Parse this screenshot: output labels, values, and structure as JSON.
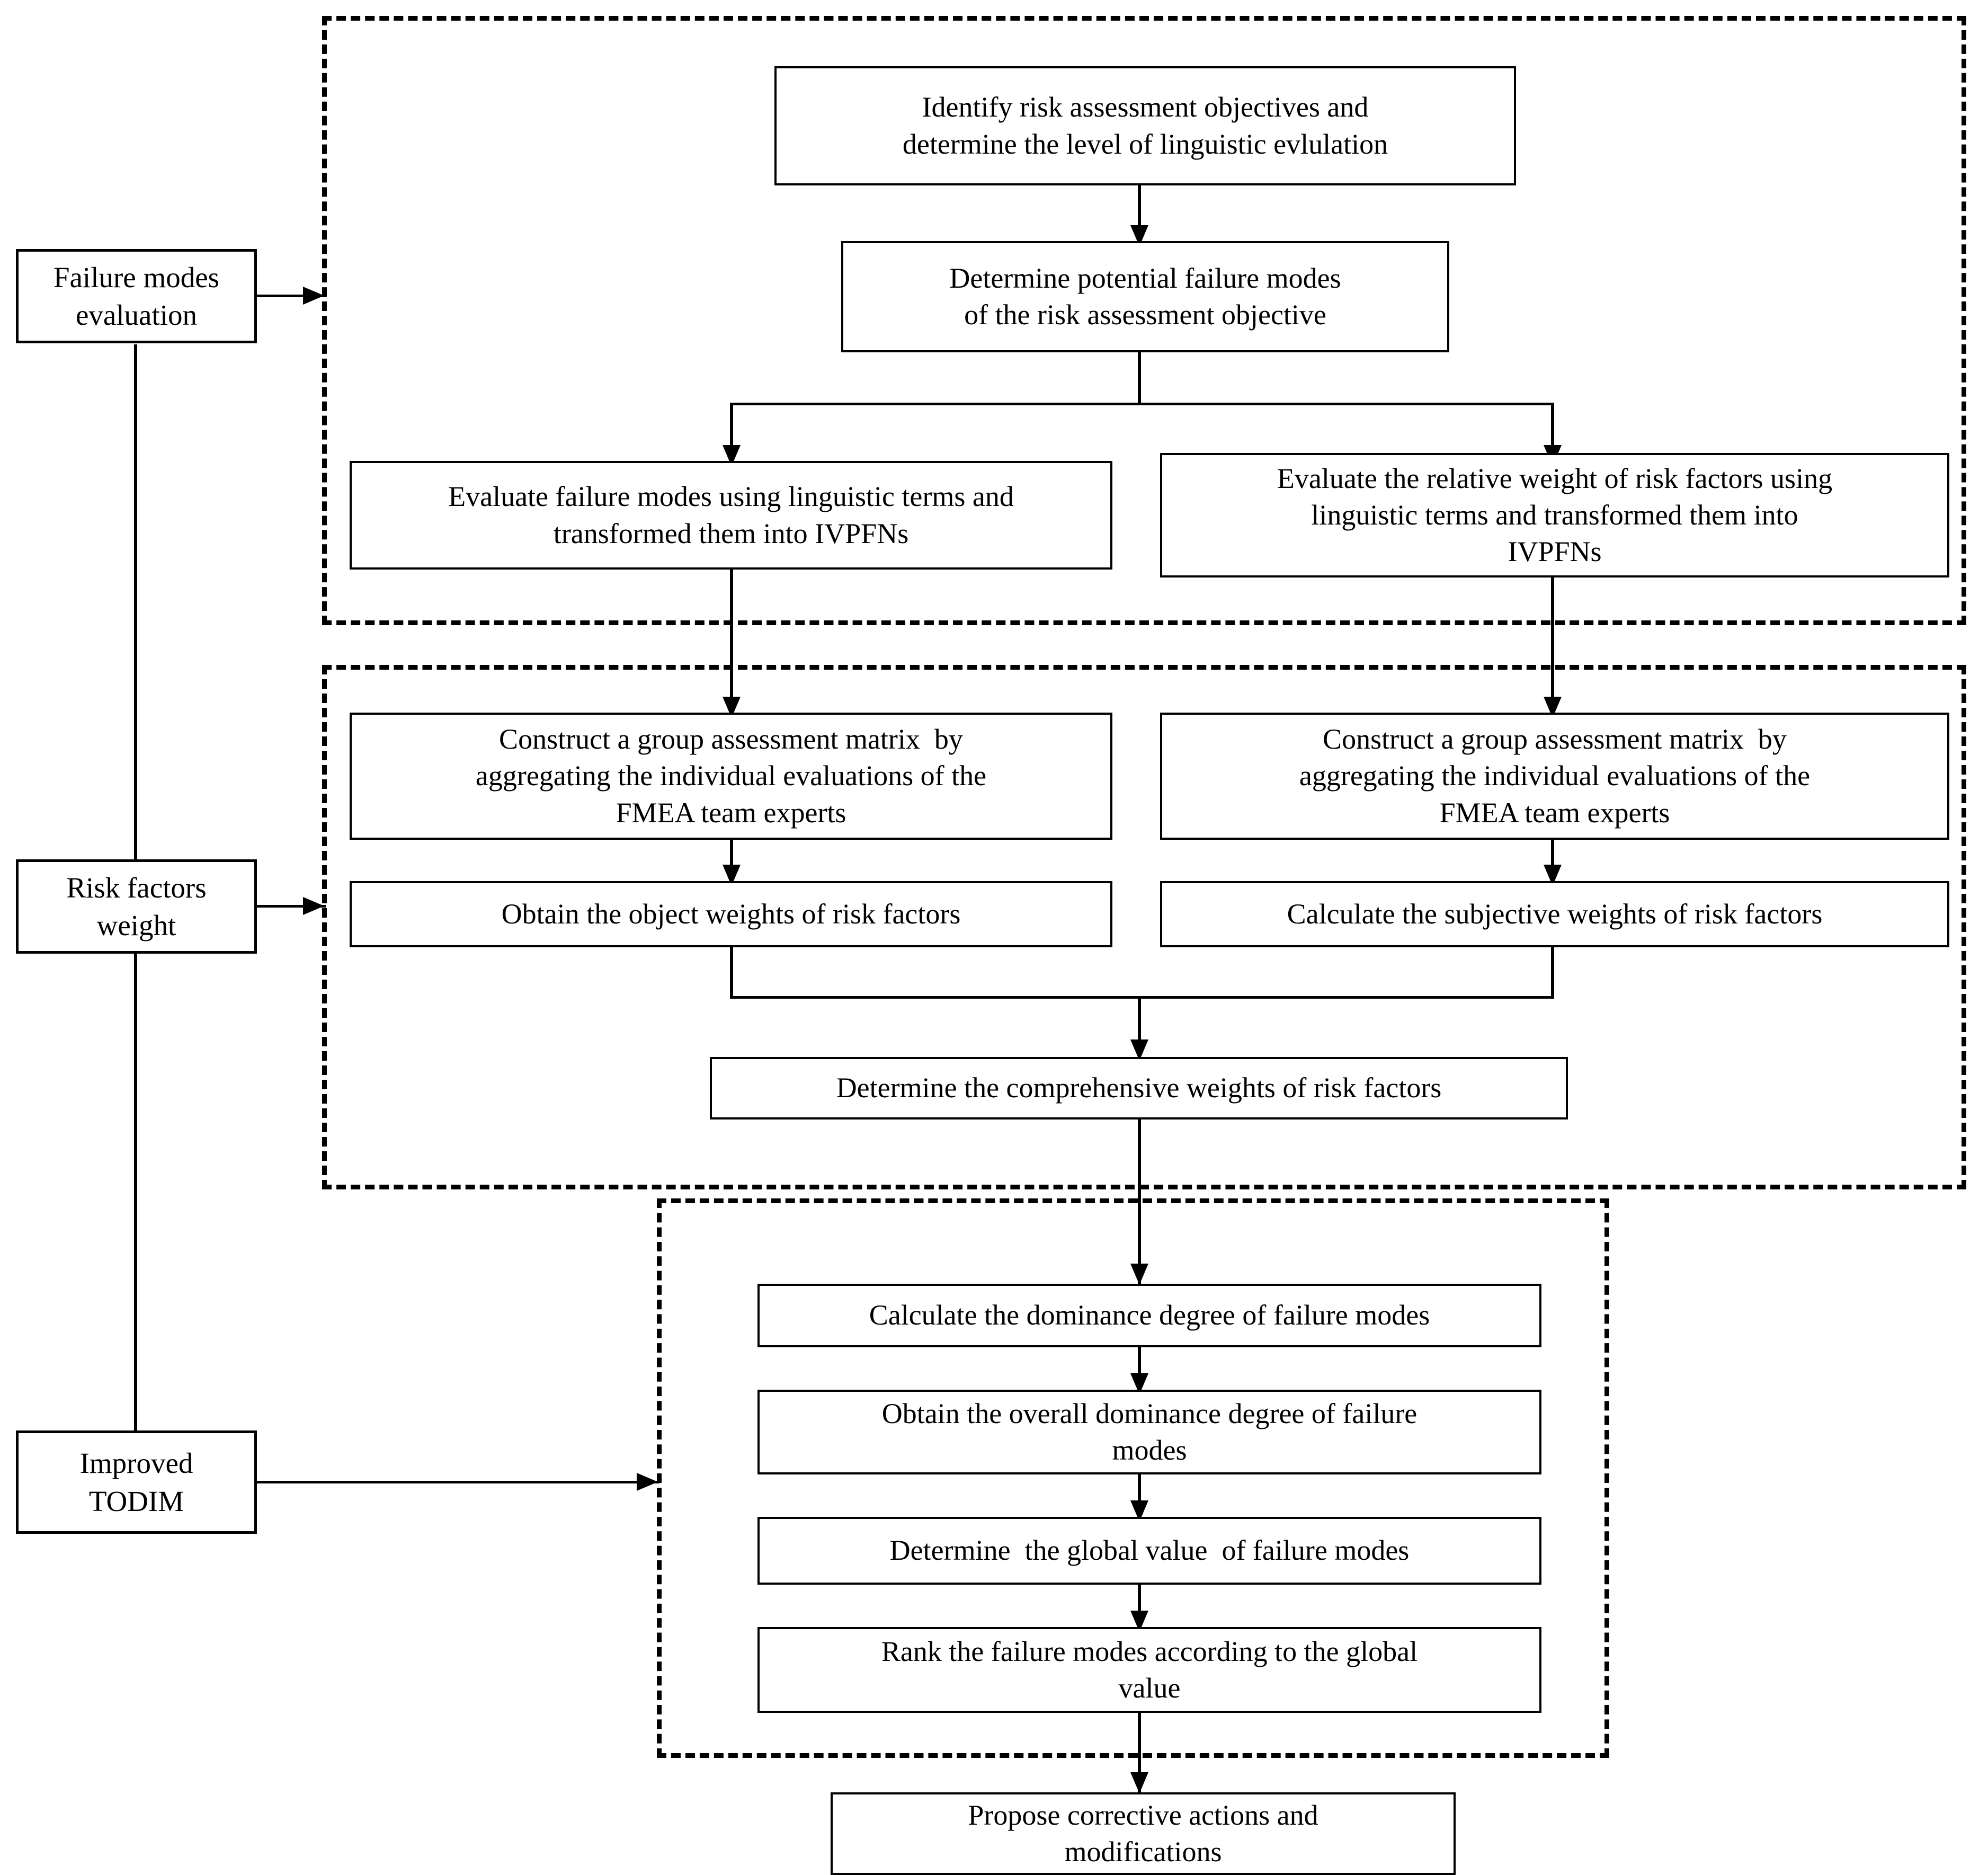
{
  "diagram": {
    "title": "FMEA risk assessment framework flowchart",
    "stroke_color": "#000000",
    "background_color": "#ffffff"
  },
  "phases": [
    {
      "key": "failure-modes-evaluation",
      "label": "Failure modes\nevaluation"
    },
    {
      "key": "risk-factors-weight",
      "label": "Risk factors\nweight"
    },
    {
      "key": "improved-todim",
      "label": "Improved\nTODIM"
    }
  ],
  "stages": [
    {
      "key": "stage-failure-modes-evaluation",
      "steps": [
        {
          "key": "identify-objectives",
          "label": "Identify risk assessment objectives and\ndetermine the level of linguistic evlulation"
        },
        {
          "key": "determine-failure-modes",
          "label": "Determine potential failure modes\nof the risk assessment objective"
        },
        {
          "key": "evaluate-failure-modes",
          "label": "Evaluate failure modes using linguistic terms and\ntransformed them into IVPFNs"
        },
        {
          "key": "evaluate-relative-weight",
          "label": "Evaluate the relative weight of risk factors using\nlinguistic terms and transformed them into\nIVPFNs"
        }
      ]
    },
    {
      "key": "stage-risk-factors-weight",
      "steps": [
        {
          "key": "construct-matrix-left",
          "label": "Construct a group assessment matrix  by\naggregating the individual evaluations of the\nFMEA team experts"
        },
        {
          "key": "construct-matrix-right",
          "label": "Construct a group assessment matrix  by\naggregating the individual evaluations of the\nFMEA team experts"
        },
        {
          "key": "obtain-object-weights",
          "label": "Obtain the object weights of risk factors"
        },
        {
          "key": "calculate-subjective-weights",
          "label": "Calculate the subjective weights of risk factors"
        },
        {
          "key": "determine-comprehensive-weights",
          "label": "Determine the comprehensive weights of risk factors"
        }
      ]
    },
    {
      "key": "stage-improved-todim",
      "steps": [
        {
          "key": "calculate-dominance-degree",
          "label": "Calculate the dominance degree of failure modes"
        },
        {
          "key": "obtain-overall-dominance",
          "label": "Obtain the overall dominance degree of failure\nmodes"
        },
        {
          "key": "determine-global-value",
          "label": "Determine  the global value  of failure modes"
        },
        {
          "key": "rank-failure-modes",
          "label": "Rank the failure modes according to the global\nvalue"
        }
      ]
    }
  ],
  "outcome": {
    "key": "propose-corrective-actions",
    "label": "Propose corrective actions and\nmodifications"
  }
}
